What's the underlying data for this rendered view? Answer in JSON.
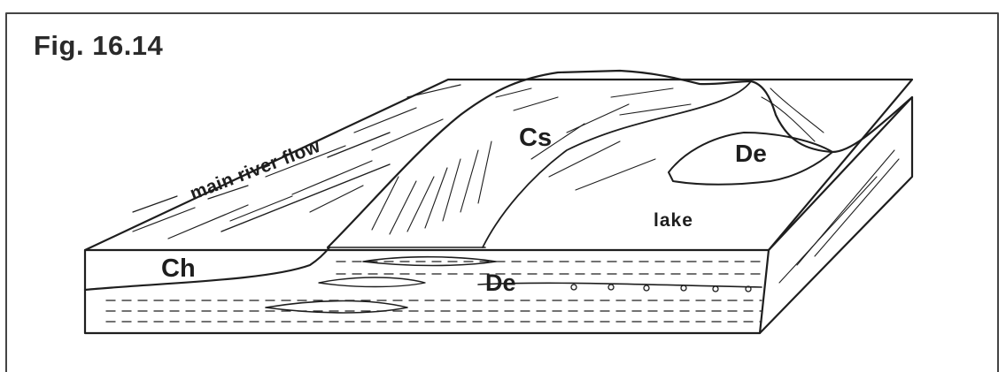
{
  "figure": {
    "title": "Fig. 16.14",
    "labels": {
      "main_river_flow": "main river flow",
      "cs": "Cs",
      "de_top": "De",
      "lake": "lake",
      "ch": "Ch",
      "de_bottom": "De"
    }
  }
}
